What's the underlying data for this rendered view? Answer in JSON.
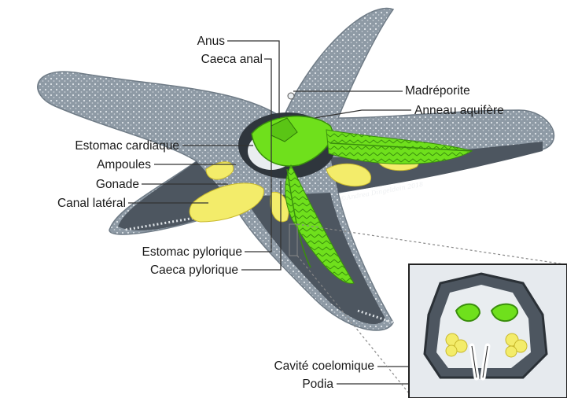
{
  "labels": {
    "anus": "Anus",
    "caeca_anal": "Caeca anal",
    "madreporite": "Madréporite",
    "anneau_aquifere": "Anneau aquifère",
    "estomac_cardiaque": "Estomac cardiaque",
    "ampoules": "Ampoules",
    "gonade": "Gonade",
    "canal_lateral": "Canal latéral",
    "estomac_pylorique": "Estomac pylorique",
    "caeca_pylorique": "Caeca pylorique",
    "cavite_coelomique": "Cavité coelomique",
    "podia": "Podia"
  },
  "signature": "©Andrea Dingeldein 2018",
  "colors": {
    "body": "#8e9aa5",
    "body_dark": "#4d5660",
    "digestive": "#6fe01c",
    "gonad": "#f3ec6a",
    "leader": "#333333",
    "inset_bg": "#e6eaee"
  }
}
